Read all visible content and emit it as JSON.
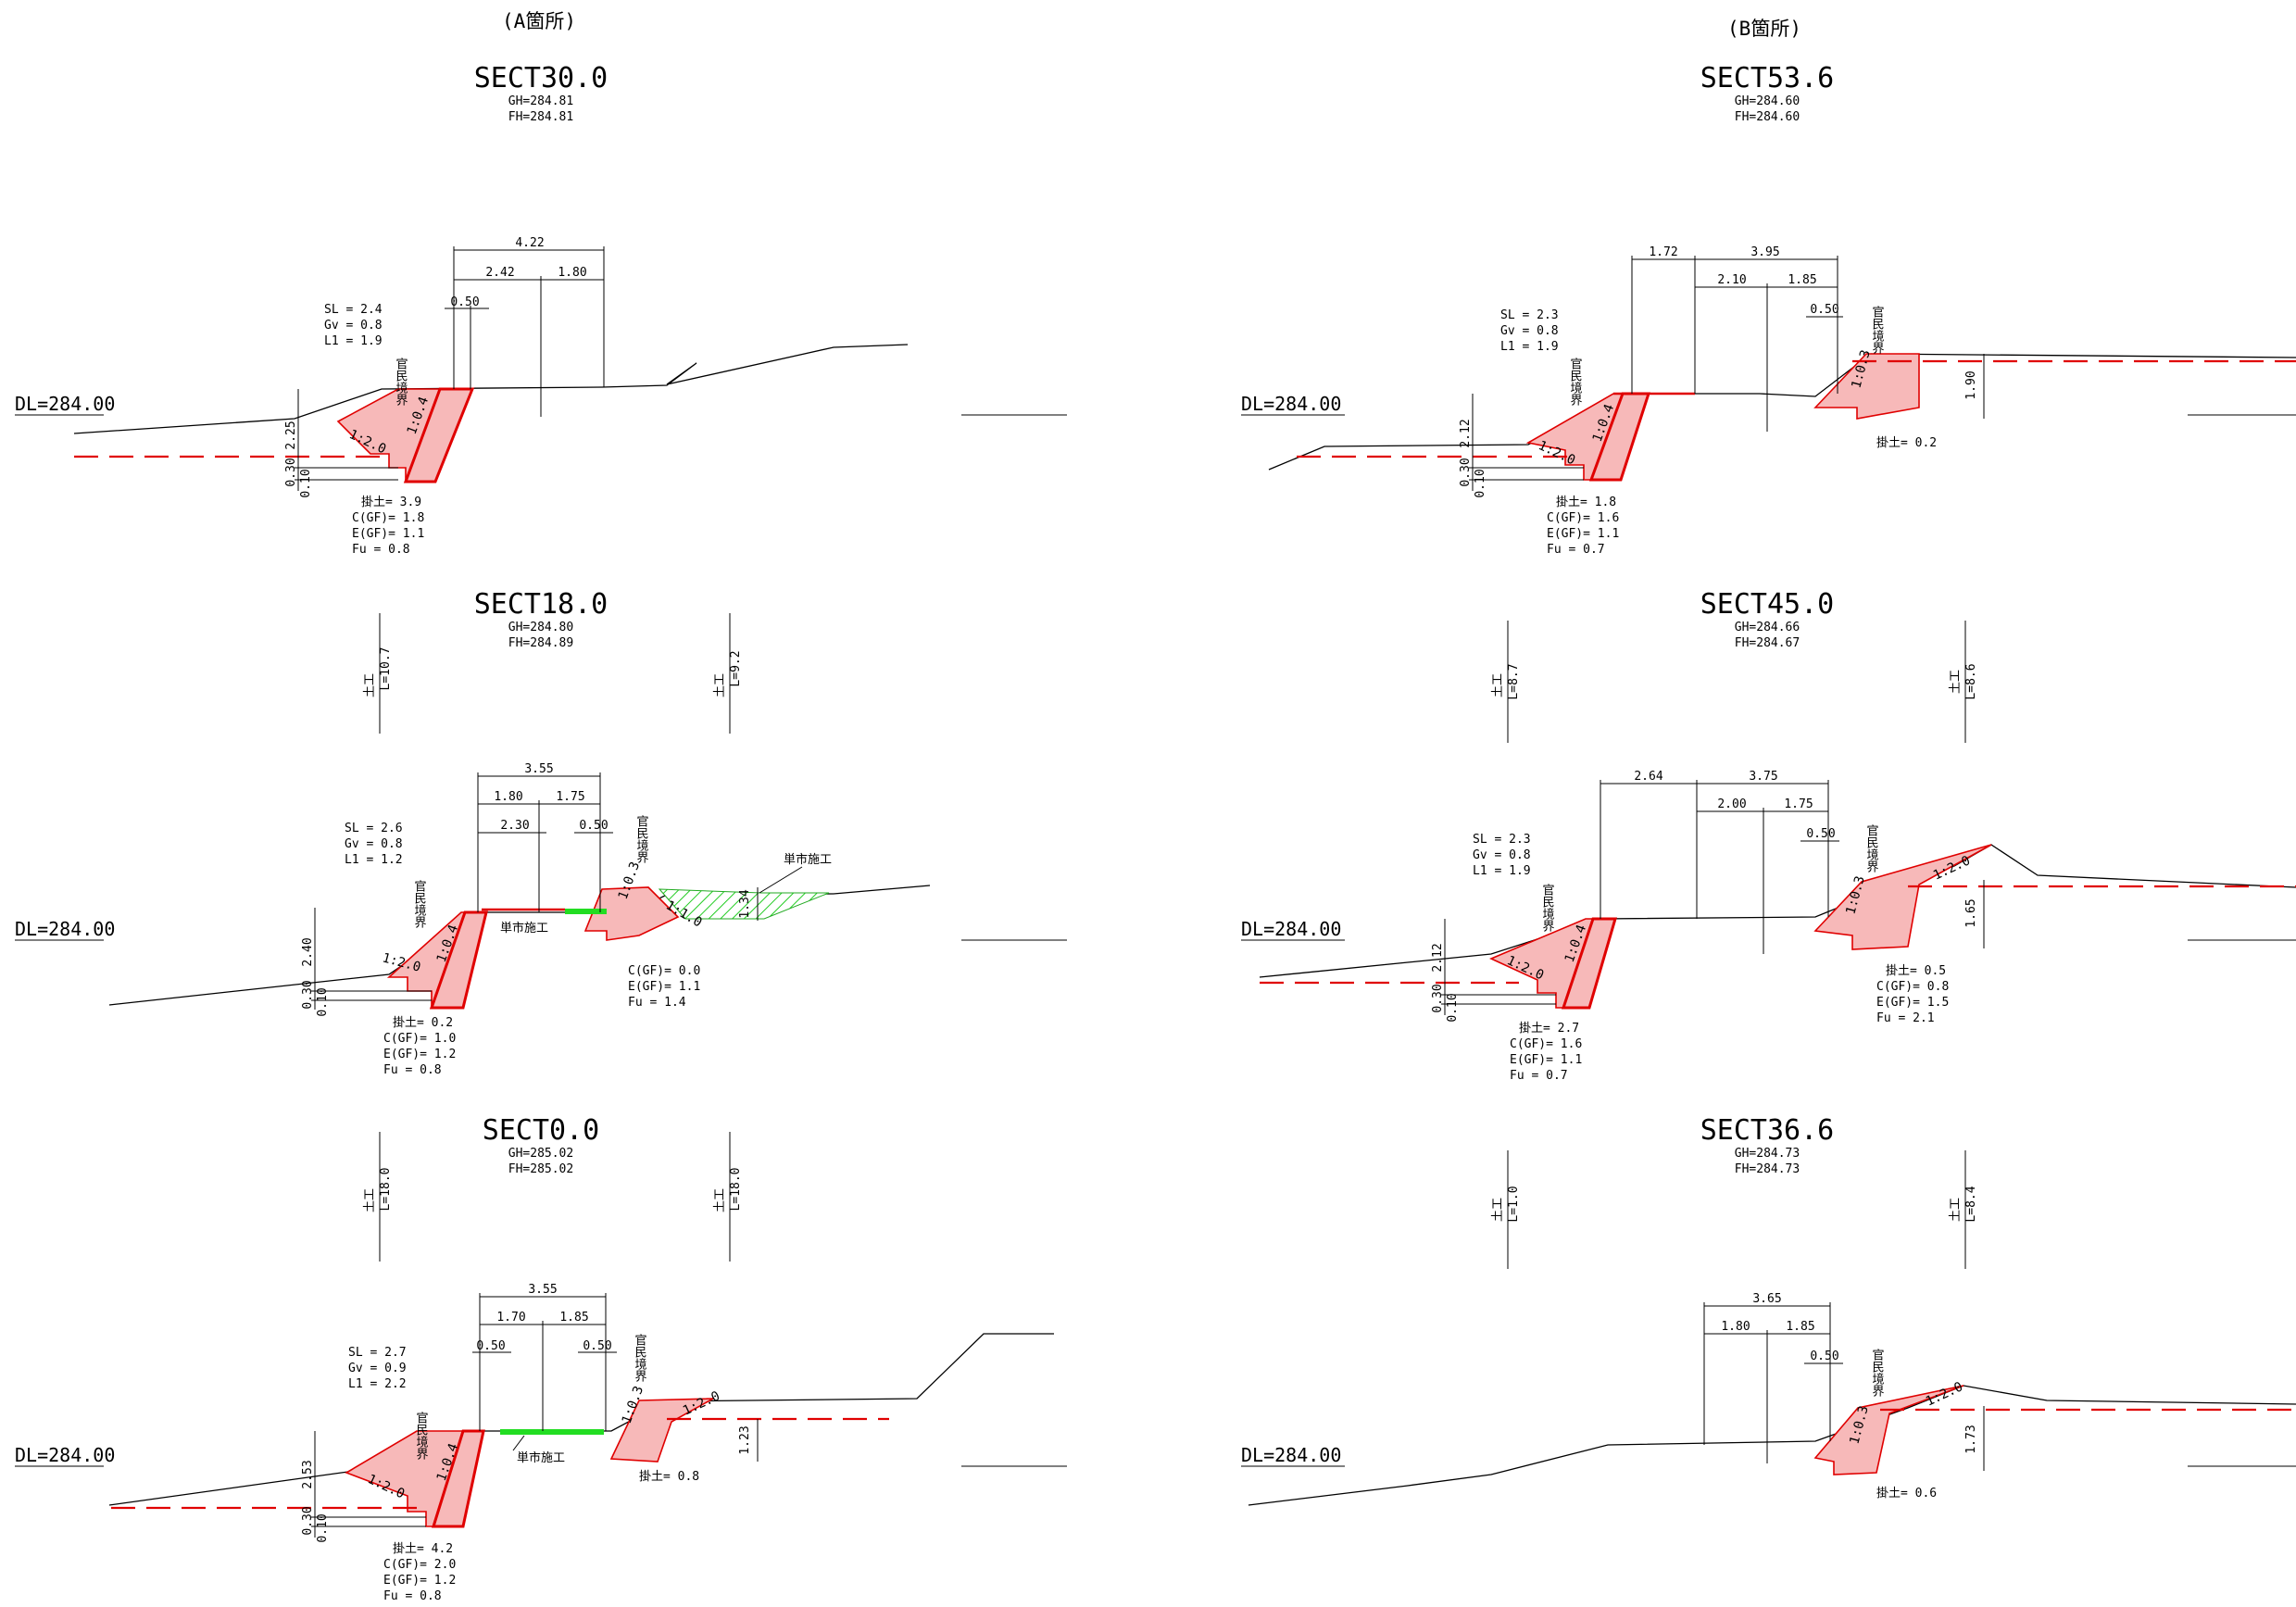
{
  "headers": {
    "a": "(A箇所)",
    "b": "(B箇所)"
  },
  "colors": {
    "section_line": "#e00000",
    "retaining_fill": "#f7b9b9",
    "municipal_work": "#22dd22"
  },
  "sections": {
    "s30": {
      "title": "SECT30.0",
      "gh": "GH=284.81",
      "fh": "FH=284.81",
      "dl": "DL=284.00",
      "params": [
        "SL = 2.4",
        "Gv = 0.8",
        "L1 = 1.9"
      ],
      "dims": {
        "total": "4.22",
        "d1": "2.42",
        "d2": "1.80",
        "d3": "0.50"
      },
      "heights": {
        "h1": "2.25",
        "h2": "0.30",
        "h3": "0.10"
      },
      "slopes": [
        "1:2.0",
        "1:0.4"
      ],
      "boundary": "官民境界",
      "quantities": [
        "掛土= 3.9",
        "C(GF)= 1.8",
        "E(GF)= 1.1",
        "Fu   = 0.8"
      ]
    },
    "s18": {
      "title": "SECT18.0",
      "gh": "GH=284.80",
      "fh": "FH=284.89",
      "dl": "DL=284.00",
      "params": [
        "SL = 2.6",
        "Gv = 0.8",
        "L1 = 1.2"
      ],
      "dims": {
        "total": "3.55",
        "d1": "1.80",
        "d2": "1.75",
        "d3": "2.30",
        "d4": "0.50"
      },
      "heights": {
        "h1": "2.40",
        "h2": "0.30",
        "h3": "0.10",
        "hr": "1.34"
      },
      "slopes": [
        "1:2.0",
        "1:0.4",
        "1:0.3",
        "1:1.0"
      ],
      "boundary": "官民境界",
      "note": "単市施工",
      "quantities_left": [
        "掛土= 0.2",
        "C(GF)= 1.0",
        "E(GF)= 1.2",
        "Fu   = 0.8"
      ],
      "quantities_right": [
        "C(GF)= 0.0",
        "E(GF)= 1.1",
        "Fu   = 1.4"
      ]
    },
    "s0": {
      "title": "SECT0.0",
      "gh": "GH=285.02",
      "fh": "FH=285.02",
      "dl": "DL=284.00",
      "params": [
        "SL = 2.7",
        "Gv = 0.9",
        "L1 = 2.2"
      ],
      "dims": {
        "total": "3.55",
        "d1": "1.70",
        "d2": "1.85",
        "d3": "0.50",
        "d4": "0.50"
      },
      "heights": {
        "h1": "2.53",
        "h2": "0.30",
        "h3": "0.10",
        "hr": "1.23"
      },
      "slopes": [
        "1:2.0",
        "1:0.4",
        "1:0.3",
        "1:2.0"
      ],
      "boundary": "官民境界",
      "note": "単市施工",
      "quantities_left": [
        "掛土= 4.2",
        "C(GF)= 2.0",
        "E(GF)= 1.2",
        "Fu   = 0.8"
      ],
      "quantities_right": [
        "掛土= 0.8"
      ]
    },
    "s53": {
      "title": "SECT53.6",
      "gh": "GH=284.60",
      "fh": "FH=284.60",
      "dl": "DL=284.00",
      "params": [
        "SL = 2.3",
        "Gv = 0.8",
        "L1 = 1.9"
      ],
      "dims": {
        "d0": "1.72",
        "total": "3.95",
        "d1": "2.10",
        "d2": "1.85",
        "d3": "0.50"
      },
      "heights": {
        "h1": "2.12",
        "h2": "0.30",
        "h3": "0.10",
        "hr": "1.90"
      },
      "slopes": [
        "1:2.0",
        "1:0.4",
        "1:0.3"
      ],
      "boundary": "官民境界",
      "quantities_left": [
        "掛土= 1.8",
        "C(GF)= 1.6",
        "E(GF)= 1.1",
        "Fu   = 0.7"
      ],
      "quantities_right": [
        "掛土= 0.2"
      ]
    },
    "s45": {
      "title": "SECT45.0",
      "gh": "GH=284.66",
      "fh": "FH=284.67",
      "dl": "DL=284.00",
      "params": [
        "SL = 2.3",
        "Gv = 0.8",
        "L1 = 1.9"
      ],
      "dims": {
        "d0": "2.64",
        "total": "3.75",
        "d1": "2.00",
        "d2": "1.75",
        "d3": "0.50"
      },
      "heights": {
        "h1": "2.12",
        "h2": "0.30",
        "h3": "0.10",
        "hr": "1.65"
      },
      "slopes": [
        "1:2.0",
        "1:0.4",
        "1:0.3",
        "1:2.0"
      ],
      "boundary": "官民境界",
      "quantities_left": [
        "掛土= 2.7",
        "C(GF)= 1.6",
        "E(GF)= 1.1",
        "Fu   = 0.7"
      ],
      "quantities_right": [
        "掛土= 0.5",
        "C(GF)= 0.8",
        "E(GF)= 1.5",
        "Fu   = 2.1"
      ]
    },
    "s36": {
      "title": "SECT36.6",
      "gh": "GH=284.73",
      "fh": "FH=284.73",
      "dl": "DL=284.00",
      "dims": {
        "total": "3.65",
        "d1": "1.80",
        "d2": "1.85",
        "d3": "0.50"
      },
      "heights": {
        "hr": "1.73"
      },
      "slopes": [
        "1:0.3",
        "1:2.0"
      ],
      "boundary": "官民境界",
      "quantities_right": [
        "掛土= 0.6"
      ]
    }
  },
  "spacings": {
    "a_left_1": "L=10.7",
    "a_right_1": "L=9.2",
    "a_left_2": "L=18.0",
    "a_right_2": "L=18.0",
    "b_left_1": "L=8.7",
    "b_right_1": "L=8.6",
    "b_left_2": "L=1.0",
    "b_right_2": "L=8.4",
    "earth_mark": "土工"
  }
}
